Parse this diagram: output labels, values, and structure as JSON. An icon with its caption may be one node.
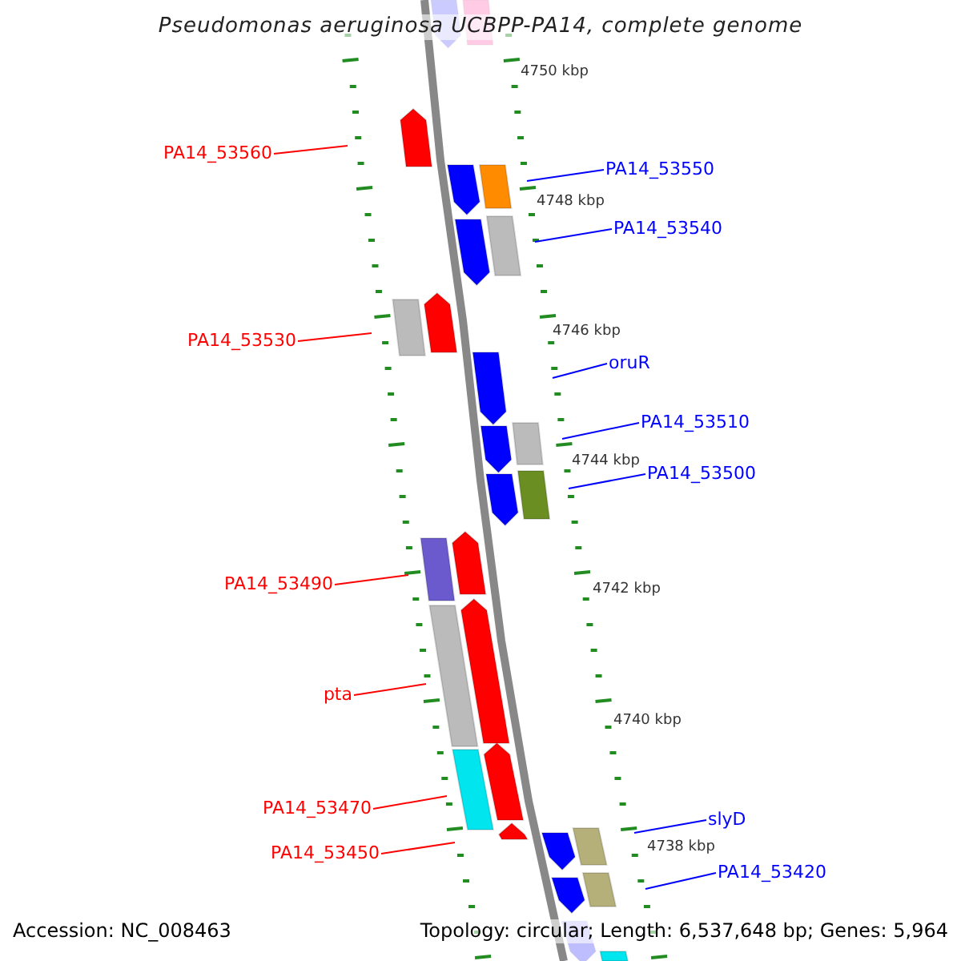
{
  "diagram": {
    "title": "Pseudomonas aeruginosa UCBPP-PA14, complete genome",
    "nodes": [
      {
        "text": [
          "PA14_53560"
        ]
      },
      {
        "text": [
          "PA14_53550"
        ]
      },
      {
        "text": [
          "PA14_53540"
        ]
      },
      {
        "text": [
          "PA14_53530"
        ]
      },
      {
        "text": [
          "oruR"
        ]
      },
      {
        "text": [
          "PA14_53510"
        ]
      },
      {
        "text": [
          "PA14_53500"
        ]
      },
      {
        "text": [
          "PA14_53490"
        ]
      },
      {
        "text": [
          "pta"
        ]
      },
      {
        "text": [
          "PA14_53470"
        ]
      },
      {
        "text": [
          "PA14_53450"
        ]
      },
      {
        "text": [
          "slyD"
        ]
      },
      {
        "text": [
          "PA14_53420"
        ]
      }
    ],
    "edges": [
      {
        "from": 0,
        "to": null,
        "arrow": "none",
        "color": "#ff0000"
      },
      {
        "from": 1,
        "to": null,
        "arrow": "none"
      },
      {
        "from": 2,
        "to": null,
        "arrow": "none"
      },
      {
        "from": 3,
        "to": null,
        "arrow": "none",
        "color": "#ff0000"
      },
      {
        "from": 4,
        "to": null,
        "arrow": "none"
      },
      {
        "from": 5,
        "to": null,
        "arrow": "none"
      },
      {
        "from": 6,
        "to": null,
        "arrow": "none"
      },
      {
        "from": 7,
        "to": null,
        "arrow": "none",
        "color": "#ff0000"
      },
      {
        "from": 8,
        "to": null,
        "arrow": "none",
        "color": "#ff0000"
      },
      {
        "from": 9,
        "to": null,
        "arrow": "none",
        "color": "#ff0000"
      },
      {
        "from": 10,
        "to": null,
        "arrow": "none",
        "color": "#ff0000"
      },
      {
        "from": 11,
        "to": null,
        "arrow": "none"
      },
      {
        "from": 12,
        "to": null,
        "arrow": "none"
      }
    ],
    "labels": [
      "4750 kbp",
      "4748 kbp",
      "4746 kbp",
      "4744 kbp",
      "4742 kbp",
      "4740 kbp",
      "4738 kbp",
      "Accession: NC_008463",
      "Topology: circular; Length: 6,537,648 bp; Genes: 5,964"
    ]
  }
}
